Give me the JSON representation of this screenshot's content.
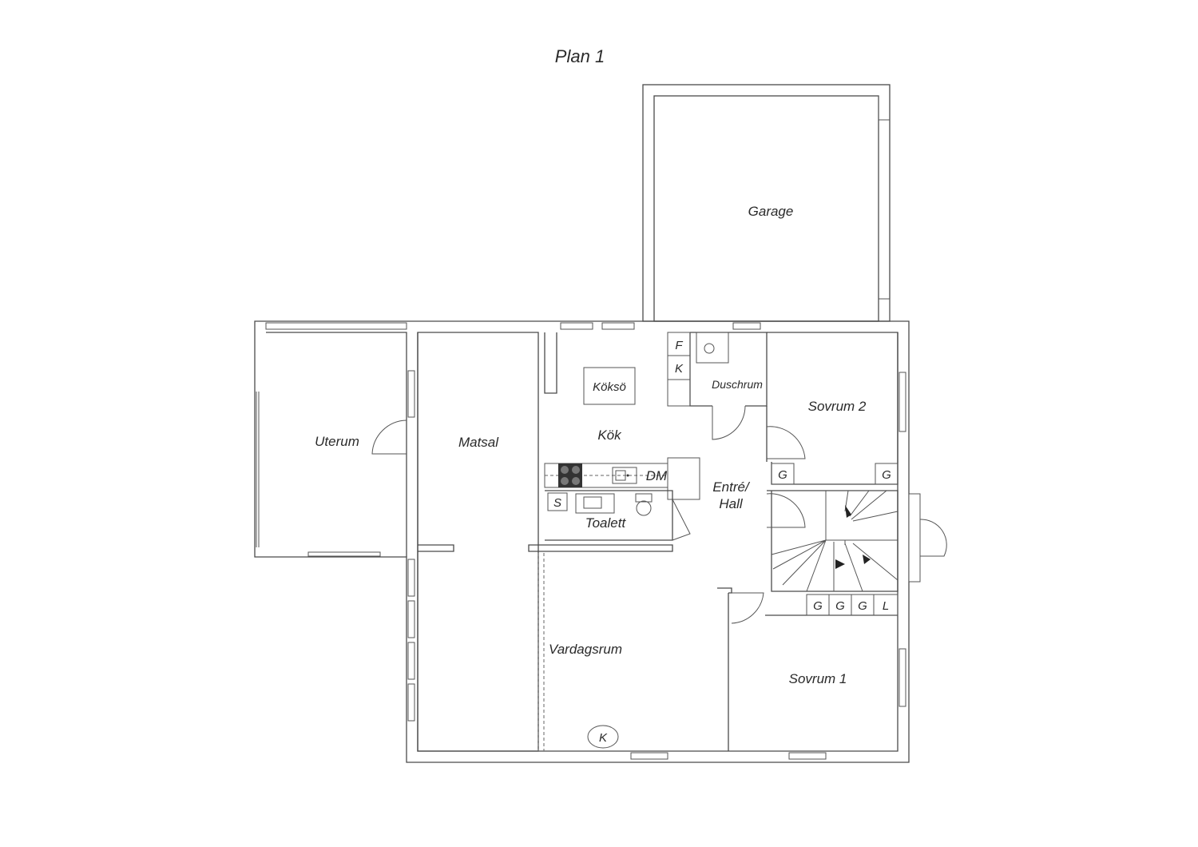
{
  "plan": {
    "title": "Plan 1",
    "rooms": {
      "garage": "Garage",
      "uterum": "Uterum",
      "matsal": "Matsal",
      "kok": "Kök",
      "koksö": "Köksö",
      "duschrum": "Duschrum",
      "sovrum2": "Sovrum 2",
      "entre_line1": "Entré/",
      "entre_line2": "Hall",
      "toalett": "Toalett",
      "vardagsrum": "Vardagsrum",
      "sovrum1": "Sovrum 1"
    },
    "fixtures": {
      "kitchen_f": "F",
      "kitchen_k": "K",
      "dm": "DM",
      "toilet_s": "S",
      "sov2_g_left": "G",
      "sov2_g_right": "G",
      "closet_g1": "G",
      "closet_g2": "G",
      "closet_g3": "G",
      "closet_l": "L",
      "fireplace_k": "K"
    }
  }
}
